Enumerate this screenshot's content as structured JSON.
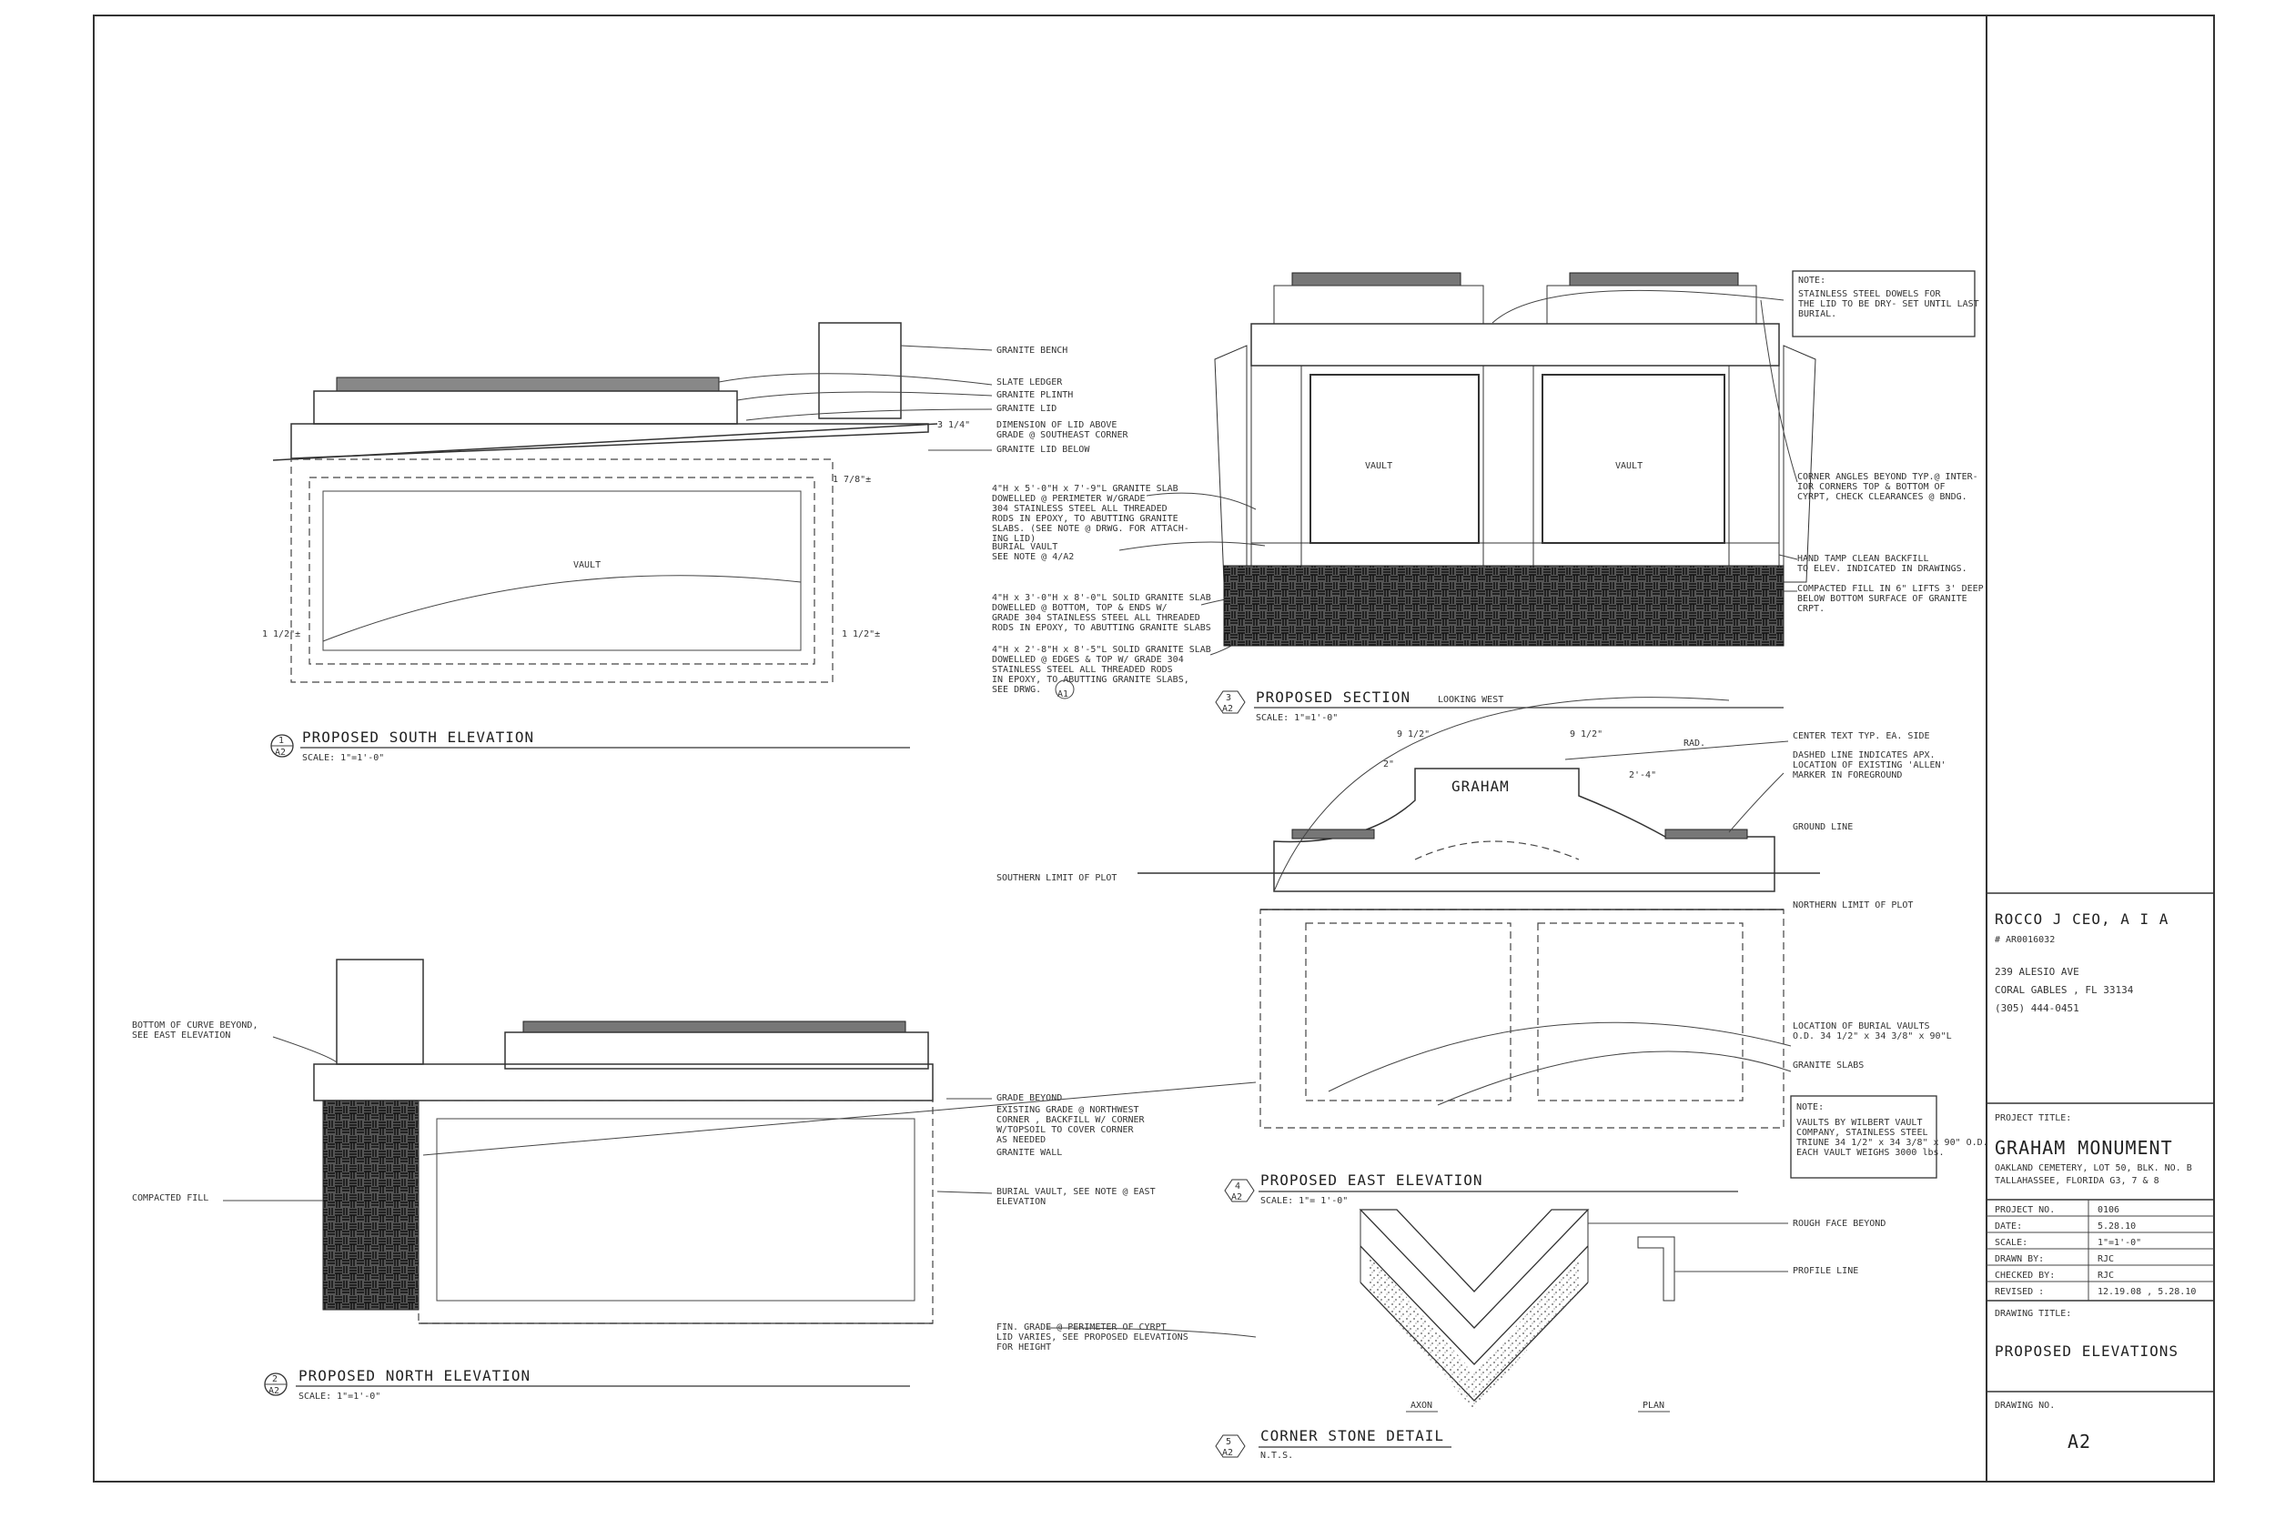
{
  "title_block": {
    "architect": "ROCCO J CEO, A I A",
    "license": "# AR0016032",
    "address1": "239 ALESIO AVE",
    "address2": "CORAL GABLES , FL 33134",
    "phone": "(305) 444-0451",
    "project_title_label": "PROJECT TITLE:",
    "project_name": "GRAHAM MONUMENT",
    "project_loc1": "OAKLAND CEMETERY, LOT 50, BLK. NO. B",
    "project_loc2": "TALLAHASSEE, FLORIDA G3, 7 & 8",
    "rows": [
      {
        "label": "PROJECT NO.",
        "value": "0106"
      },
      {
        "label": "DATE:",
        "value": "5.28.10"
      },
      {
        "label": "SCALE:",
        "value": "1\"=1'-0\""
      },
      {
        "label": "DRAWN BY:",
        "value": "RJC"
      },
      {
        "label": "CHECKED BY:",
        "value": "RJC"
      },
      {
        "label": "REVISED :",
        "value": "12.19.08 , 5.28.10"
      }
    ],
    "drawing_title_label": "DRAWING TITLE:",
    "drawing_title": "PROPOSED ELEVATIONS",
    "drawing_no_label": "DRAWING NO.",
    "drawing_no": "A2"
  },
  "views": {
    "south": {
      "num": "1",
      "sheet": "A2",
      "title": "PROPOSED SOUTH ELEVATION",
      "scale": "SCALE: 1\"=1'-0\""
    },
    "north": {
      "num": "2",
      "sheet": "A2",
      "title": "PROPOSED NORTH ELEVATION",
      "scale": "SCALE: 1\"=1'-0\""
    },
    "section": {
      "num": "3",
      "sheet": "A2",
      "title": "PROPOSED SECTION",
      "sub": "LOOKING WEST",
      "scale": "SCALE: 1\"=1'-0\""
    },
    "east": {
      "num": "4",
      "sheet": "A2",
      "title": "PROPOSED EAST ELEVATION",
      "scale": "SCALE: 1\"= 1'-0\""
    },
    "corner": {
      "num": "5",
      "sheet": "A2",
      "title": "CORNER STONE DETAIL",
      "scale": "N.T.S."
    }
  },
  "notes": {
    "south": {
      "granite_bench": "GRANITE BENCH",
      "slate_ledger": "SLATE LEDGER",
      "granite_plinth": "GRANITE PLINTH",
      "granite_lid": "GRANITE LID",
      "dim1": "DIMENSION OF LID ABOVE",
      "dim2": "GRADE @ SOUTHEAST CORNER",
      "lid_below": "GRANITE LID BELOW",
      "vault": "VAULT",
      "d1": "1 7/8\"±",
      "d2": "1 1/2\"±",
      "d3": "1 1/2\"±",
      "d4": "3 1/4\""
    },
    "slabs": {
      "a1": "4\"H x 5'-0\"H x 7'-9\"L GRANITE SLAB",
      "a2": "DOWELLED @ PERIMETER W/GRADE",
      "a3": "304 STAINLESS STEEL ALL THREADED",
      "a4": "RODS IN EPOXY, TO ABUTTING GRANITE",
      "a5": "SLABS. (SEE NOTE @ DRWG.   FOR ATTACH-",
      "a6": "ING LID)",
      "b1": "BURIAL VAULT",
      "b2": "SEE NOTE @ 4/A2",
      "c1": "4\"H x 3'-0\"H x 8'-0\"L SOLID GRANITE SLAB",
      "c2": "DOWELLED @ BOTTOM, TOP & ENDS W/",
      "c3": "GRADE 304 STAINLESS STEEL ALL THREADED",
      "c4": "RODS IN EPOXY, TO ABUTTING GRANITE SLABS",
      "d1": "4\"H x 2'-8\"H x 8'-5\"L SOLID GRANITE SLAB",
      "d2": "DOWELLED @ EDGES & TOP W/ GRADE 304",
      "d3": "STAINLESS STEEL ALL THREADED RODS",
      "d4": "IN EPOXY, TO ABUTTING GRANITE SLABS,",
      "d5": "SEE DRWG.",
      "ref": "A1"
    },
    "section": {
      "note_title": "NOTE:",
      "note1": "STAINLESS STEEL DOWELS FOR",
      "note2": "THE LID TO BE DRY- SET UNTIL LAST",
      "note3": "BURIAL.",
      "vault_l": "VAULT",
      "vault_r": "VAULT",
      "corner1": "CORNER ANGLES BEYOND TYP.@ INTER-",
      "corner2": "IOR CORNERS TOP & BOTTOM OF",
      "corner3": "CYRPT, CHECK CLEARANCES @ BNDG.",
      "hand1": "HAND TAMP CLEAN BACKFILL",
      "hand2": "TO ELEV. INDICATED IN DRAWINGS.",
      "comp1": "COMPACTED FILL IN 6\" LIFTS 3' DEEP",
      "comp2": "BELOW BOTTOM SURFACE OF GRANITE",
      "comp3": "CRPT."
    },
    "east": {
      "center1": "CENTER TEXT TYP. EA. SIDE",
      "dash1": "DASHED LINE INDICATES APX.",
      "dash2": "LOCATION OF EXISTING 'ALLEN'",
      "dash3": "MARKER IN FOREGROUND",
      "ground": "GROUND LINE",
      "southern": "SOUTHERN LIMIT OF PLOT",
      "northern": "NORTHERN LIMIT OF PLOT",
      "loc1": "LOCATION OF BURIAL VAULTS",
      "loc2": "O.D. 34 1/2\" x 34 3/8\" x 90\"L",
      "granite_slabs": "GRANITE SLABS",
      "note_title": "NOTE:",
      "note1": "VAULTS BY WILBERT VAULT",
      "note2": "COMPANY, STAINLESS STEEL",
      "note3": "TRIUNE 34 1/2\" x 34 3/8\" x 90\" O.D.",
      "note4": "EACH VAULT WEIGHS 3000 lbs.",
      "graham": "GRAHAM",
      "dimA": "9 1/2\"",
      "dimB": "9 1/2\"",
      "dimC": "2'-4\"",
      "dimD": "2\"",
      "rad": "RAD."
    },
    "north": {
      "curve1": "BOTTOM OF CURVE BEYOND,",
      "curve2": "SEE EAST ELEVATION",
      "grade": "GRADE BEYOND",
      "exist1": "EXISTING GRADE @ NORTHWEST",
      "exist2": "CORNER , BACKFILL W/ CORNER",
      "exist3": "W/TOPSOIL TO COVER CORNER",
      "exist4": "AS NEEDED",
      "wall": "GRANITE WALL",
      "burial1": "BURIAL VAULT, SEE NOTE @ EAST",
      "burial2": "ELEVATION",
      "fill": "COMPACTED FILL",
      "fin1": "FIN. GRADE @ PERIMETER OF CYRPT",
      "fin2": "LID VARIES, SEE PROPOSED ELEVATIONS",
      "fin3": "FOR HEIGHT"
    },
    "corner": {
      "rough": "ROUGH FACE BEYOND",
      "profile": "PROFILE LINE",
      "axon": "AXON",
      "plan": "PLAN"
    }
  }
}
